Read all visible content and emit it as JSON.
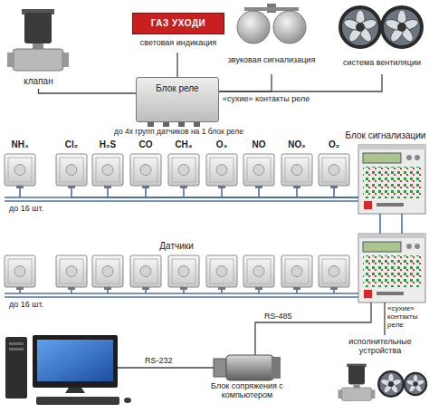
{
  "diagram": {
    "nodes": [
      {
        "text": [
          "клапан"
        ]
      },
      {
        "text": [
          "ГАЗ УХОДИ",
          "световая индикация"
        ]
      },
      {
        "text": [
          "звуковая сигнализация"
        ]
      },
      {
        "text": [
          "система вентиляции"
        ]
      },
      {
        "text": [
          "Блок реле"
        ]
      },
      {
        "text": [
          "NH₃"
        ]
      },
      {
        "text": [
          "Cl₂"
        ]
      },
      {
        "text": [
          "H₂S"
        ]
      },
      {
        "text": [
          "CO"
        ]
      },
      {
        "text": [
          "CH₄"
        ]
      },
      {
        "text": [
          "O₃"
        ]
      },
      {
        "text": [
          "NO"
        ]
      },
      {
        "text": [
          "NO₂"
        ]
      },
      {
        "text": [
          "O₂"
        ]
      },
      {
        "text": [
          "Блок сигнализации"
        ]
      },
      {
        "text": [
          "Блок сопряжения с компьютером"
        ]
      },
      {
        "text": [
          "исполнительные устройства"
        ]
      }
    ],
    "edges": [
      {
        "from": 4,
        "to": 0,
        "arrow": "none"
      },
      {
        "from": 4,
        "to": 1,
        "arrow": "none"
      },
      {
        "from": 4,
        "to": 2,
        "arrow": "none",
        "label": "«сухие» контакты реле"
      },
      {
        "from": 4,
        "to": 3,
        "arrow": "none"
      },
      {
        "from": 5,
        "to": 14,
        "arrow": "none"
      },
      {
        "from": 6,
        "to": 14,
        "arrow": "none"
      },
      {
        "from": 7,
        "to": 14,
        "arrow": "none"
      },
      {
        "from": 8,
        "to": 14,
        "arrow": "none"
      },
      {
        "from": 9,
        "to": 14,
        "arrow": "none"
      },
      {
        "from": 10,
        "to": 14,
        "arrow": "none"
      },
      {
        "from": 11,
        "to": 14,
        "arrow": "none"
      },
      {
        "from": 12,
        "to": 14,
        "arrow": "none"
      },
      {
        "from": 13,
        "to": 14,
        "arrow": "none"
      }
    ],
    "labels": [
      "до 4х групп датчиков на 1 блок реле",
      "до 16 шт.",
      "Датчики",
      "до 16 шт.",
      "RS-485",
      "«сухие» контакты реле",
      "RS-232"
    ]
  }
}
